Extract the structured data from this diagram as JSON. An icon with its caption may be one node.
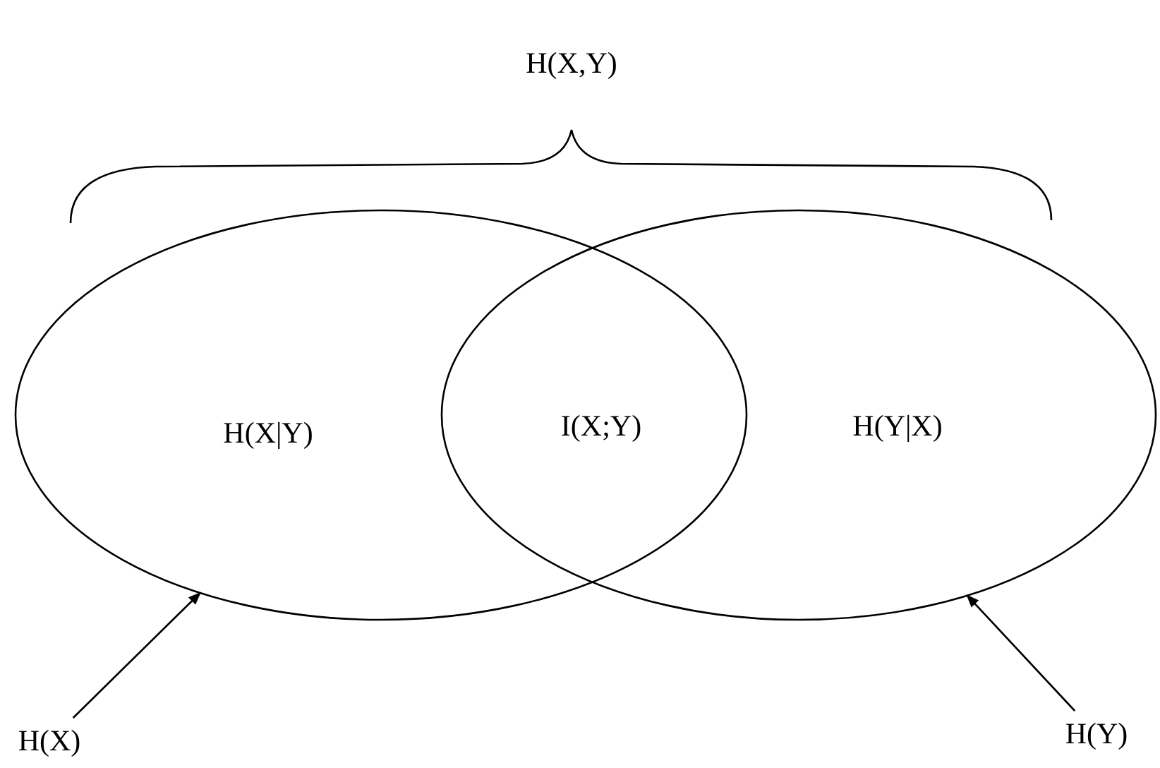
{
  "diagram": {
    "nodes": [
      {
        "text": [],
        "shape": "ellipse"
      },
      {
        "text": [],
        "shape": "ellipse"
      },
      {
        "text": [
          "H(X)"
        ]
      },
      {
        "text": [
          "H(Y)"
        ]
      }
    ],
    "edges": [
      {
        "from": 2,
        "to": 0,
        "arrow": "to"
      },
      {
        "from": 3,
        "to": 1,
        "arrow": "to"
      }
    ],
    "labels": [
      "H(X,Y)",
      "H(X|Y)",
      "I(X;Y)",
      "H(Y|X)"
    ]
  }
}
